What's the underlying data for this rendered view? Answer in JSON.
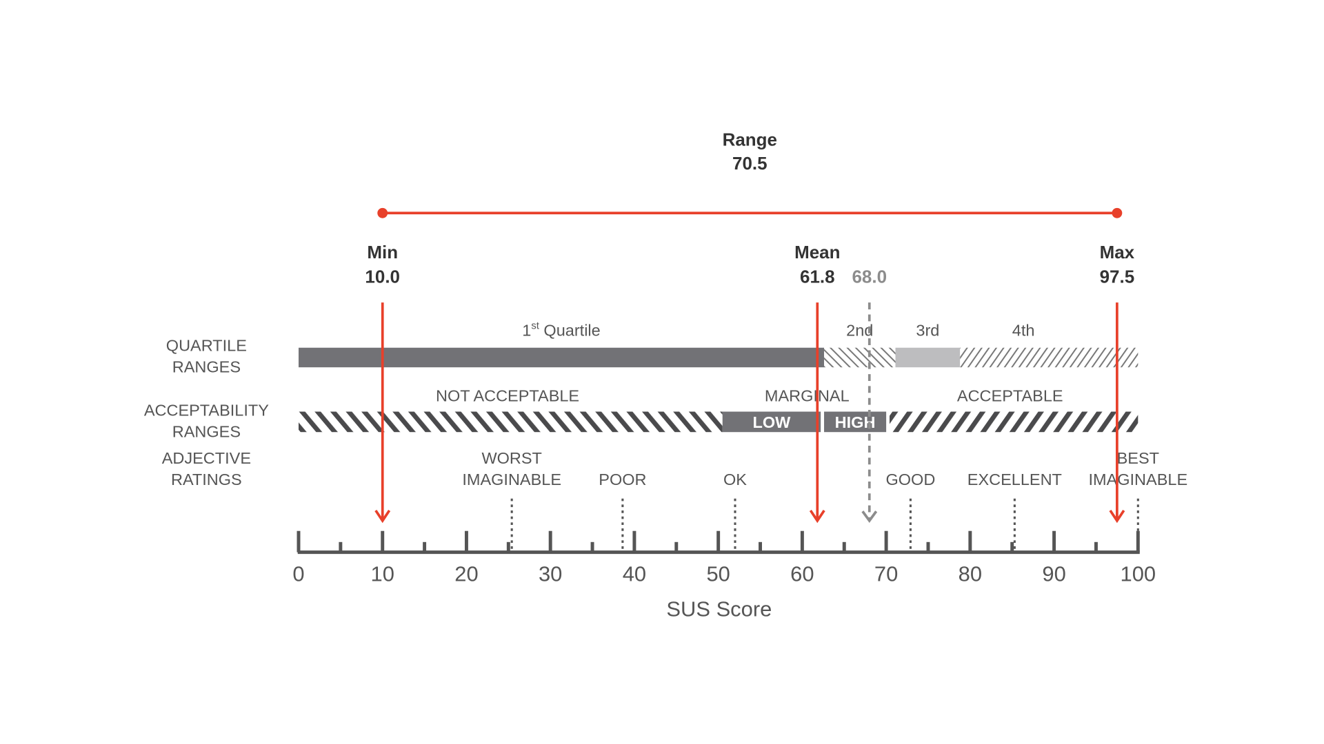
{
  "colors": {
    "accent": "#e8402a",
    "dark": "#727276",
    "light": "#bdbdbf",
    "text": "#555555",
    "ref": "#8c8c8c"
  },
  "chart_data": {
    "type": "number-line",
    "xlabel": "SUS Score",
    "xlim": [
      0,
      100
    ],
    "ticks": [
      0,
      10,
      20,
      30,
      40,
      50,
      60,
      70,
      80,
      90,
      100
    ],
    "range": {
      "label": "Range",
      "value": "70.5",
      "from": 10.0,
      "to": 97.5
    },
    "markers": [
      {
        "label": "Min",
        "value": 10.0,
        "value_text": "10.0"
      },
      {
        "label": "Mean",
        "value": 61.8,
        "value_text": "61.8"
      },
      {
        "label": "Max",
        "value": 97.5,
        "value_text": "97.5"
      }
    ],
    "reference": {
      "value": 68.0,
      "value_text": "68.0"
    },
    "rows": {
      "quartile": {
        "label_lines": [
          "QUARTILE",
          "RANGES"
        ]
      },
      "acceptability": {
        "label_lines": [
          "ACCEPTABILITY",
          "RANGES"
        ]
      },
      "adjective": {
        "label_lines": [
          "ADJECTIVE",
          "RATINGS"
        ]
      }
    },
    "quartiles": [
      {
        "label": "1",
        "sup": "st",
        "suffix": " Quartile",
        "from": 0,
        "to": 62.6,
        "style": "dark"
      },
      {
        "label": "2nd",
        "from": 62.6,
        "to": 71.1,
        "style": "hatch-back"
      },
      {
        "label": "3rd",
        "from": 71.1,
        "to": 78.8,
        "style": "light"
      },
      {
        "label": "4th",
        "from": 78.8,
        "to": 100,
        "style": "hatch-fwd"
      }
    ],
    "acceptability": [
      {
        "label": "NOT  ACCEPTABLE",
        "from": 0,
        "to": 50.5,
        "style": "stripe-back"
      },
      {
        "label": "MARGINAL",
        "from": 50.5,
        "to": 70,
        "sub": [
          {
            "label": "LOW",
            "from": 50.5,
            "to": 62.2
          },
          {
            "label": "HIGH",
            "from": 62.6,
            "to": 70
          }
        ]
      },
      {
        "label": "ACCEPTABLE",
        "from": 70.4,
        "to": 100,
        "style": "stripe-fwd"
      }
    ],
    "adjectives": [
      {
        "lines": [
          "WORST",
          "IMAGINABLE"
        ],
        "value": 25.4
      },
      {
        "lines": [
          "POOR"
        ],
        "value": 38.6
      },
      {
        "lines": [
          "OK"
        ],
        "value": 52.0
      },
      {
        "lines": [
          "GOOD"
        ],
        "value": 72.9
      },
      {
        "lines": [
          "EXCELLENT"
        ],
        "value": 85.3
      },
      {
        "lines": [
          "BEST",
          "IMAGINABLE"
        ],
        "value": 100
      }
    ]
  }
}
